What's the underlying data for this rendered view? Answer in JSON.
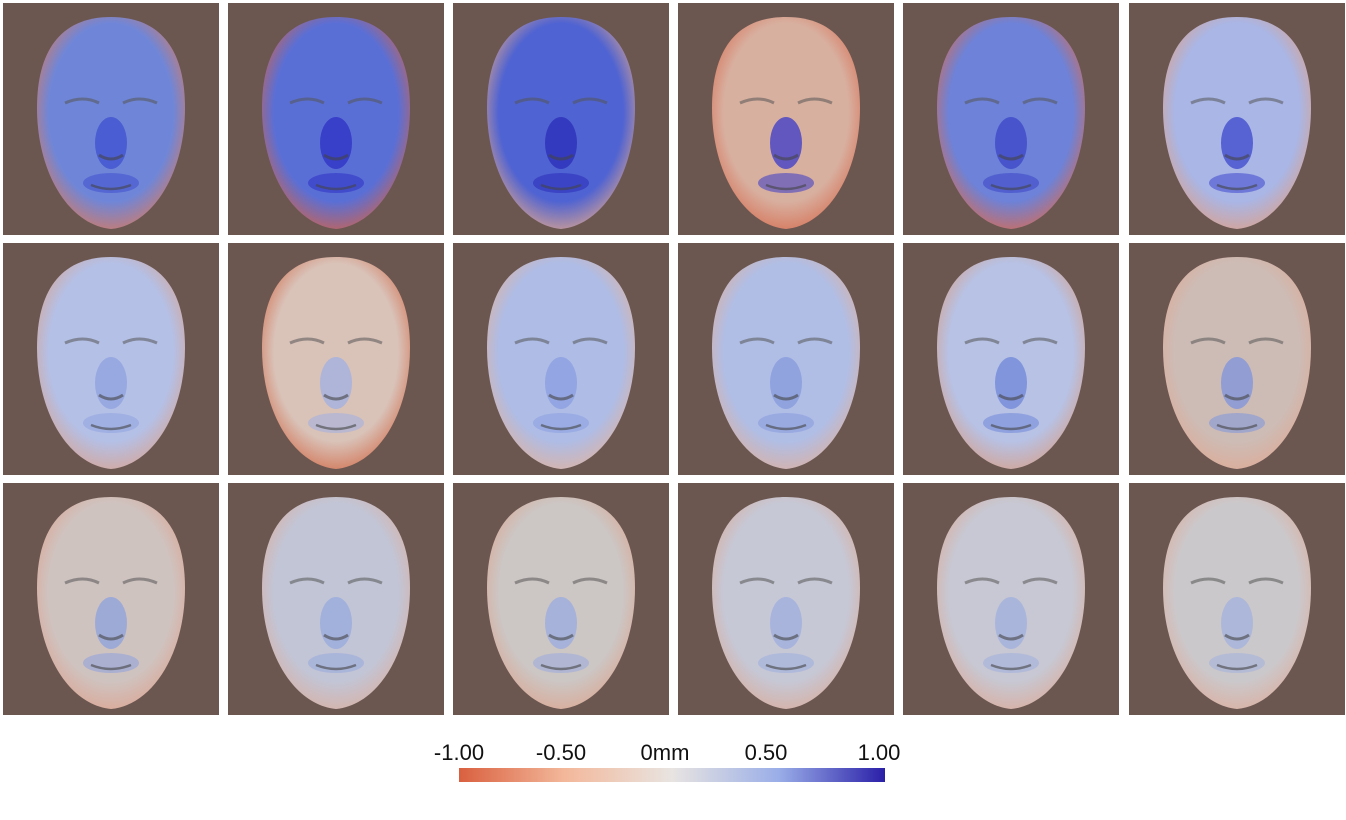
{
  "figure": {
    "background_color": "#6b5650",
    "rows": 3,
    "cols": 6,
    "panels": [
      {
        "row": 0,
        "col": 0,
        "name": "face-r1-c1"
      },
      {
        "row": 0,
        "col": 1,
        "name": "face-r1-c2"
      },
      {
        "row": 0,
        "col": 2,
        "name": "face-r1-c3"
      },
      {
        "row": 0,
        "col": 3,
        "name": "face-r1-c4"
      },
      {
        "row": 0,
        "col": 4,
        "name": "face-r1-c5"
      },
      {
        "row": 0,
        "col": 5,
        "name": "face-r1-c6"
      },
      {
        "row": 1,
        "col": 0,
        "name": "face-r2-c1"
      },
      {
        "row": 1,
        "col": 1,
        "name": "face-r2-c2"
      },
      {
        "row": 1,
        "col": 2,
        "name": "face-r2-c3"
      },
      {
        "row": 1,
        "col": 3,
        "name": "face-r2-c4"
      },
      {
        "row": 1,
        "col": 4,
        "name": "face-r2-c5"
      },
      {
        "row": 1,
        "col": 5,
        "name": "face-r2-c6"
      },
      {
        "row": 2,
        "col": 0,
        "name": "face-r3-c1"
      },
      {
        "row": 2,
        "col": 1,
        "name": "face-r3-c2"
      },
      {
        "row": 2,
        "col": 2,
        "name": "face-r3-c3"
      },
      {
        "row": 2,
        "col": 3,
        "name": "face-r3-c4"
      },
      {
        "row": 2,
        "col": 4,
        "name": "face-r3-c5"
      },
      {
        "row": 2,
        "col": 5,
        "name": "face-r3-c6"
      }
    ]
  },
  "colorbar": {
    "ticks": [
      "-1.00",
      "-0.50",
      "0mm",
      "0.50",
      "1.00"
    ],
    "colors": [
      "#d9603f",
      "#f3b89b",
      "#e8e4e1",
      "#9aaee8",
      "#2a1fa8"
    ]
  }
}
